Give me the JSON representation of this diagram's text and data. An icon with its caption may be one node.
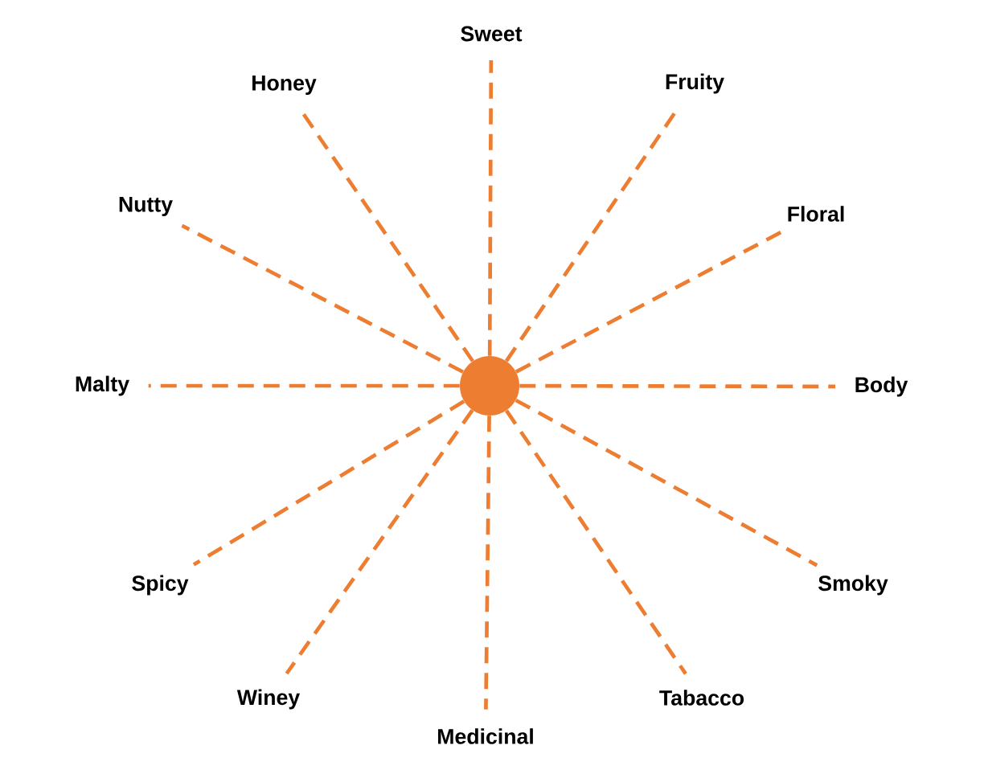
{
  "diagram": {
    "nodes": [
      {
        "text": [],
        "shape": "circle"
      },
      {
        "text": [
          "Sweet"
        ]
      },
      {
        "text": [
          "Fruity"
        ]
      },
      {
        "text": [
          "Floral"
        ]
      },
      {
        "text": [
          "Body"
        ]
      },
      {
        "text": [
          "Smoky"
        ]
      },
      {
        "text": [
          "Tabacco"
        ]
      },
      {
        "text": [
          "Medicinal"
        ]
      },
      {
        "text": [
          "Winey"
        ]
      },
      {
        "text": [
          "Spicy"
        ]
      },
      {
        "text": [
          "Malty"
        ]
      },
      {
        "text": [
          "Nutty"
        ]
      },
      {
        "text": [
          "Honey"
        ]
      }
    ],
    "edges": [
      {
        "from": 0,
        "to": 1,
        "arrow": "none",
        "style": "dashed"
      },
      {
        "from": 0,
        "to": 2,
        "arrow": "none",
        "style": "dashed"
      },
      {
        "from": 0,
        "to": 3,
        "arrow": "none",
        "style": "dashed"
      },
      {
        "from": 0,
        "to": 4,
        "arrow": "none",
        "style": "dashed"
      },
      {
        "from": 0,
        "to": 5,
        "arrow": "none",
        "style": "dashed"
      },
      {
        "from": 0,
        "to": 6,
        "arrow": "none",
        "style": "dashed"
      },
      {
        "from": 0,
        "to": 7,
        "arrow": "none",
        "style": "dashed"
      },
      {
        "from": 0,
        "to": 8,
        "arrow": "none",
        "style": "dashed"
      },
      {
        "from": 0,
        "to": 9,
        "arrow": "none",
        "style": "dashed"
      },
      {
        "from": 0,
        "to": 10,
        "arrow": "none",
        "style": "dashed"
      },
      {
        "from": 0,
        "to": 11,
        "arrow": "none",
        "style": "dashed"
      },
      {
        "from": 0,
        "to": 12,
        "arrow": "none",
        "style": "dashed"
      }
    ]
  }
}
